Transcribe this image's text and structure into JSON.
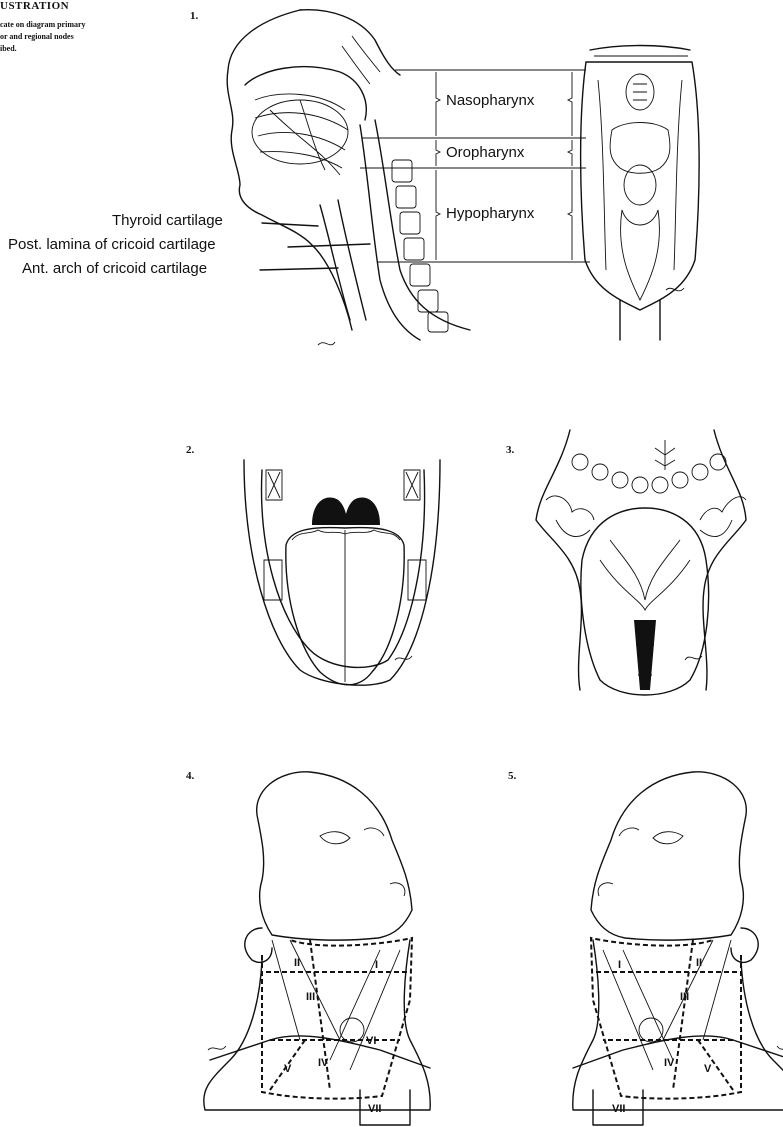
{
  "header": {
    "title": "USTRATION",
    "lines": [
      "cate on diagram primary",
      "or and regional nodes",
      "ibed."
    ]
  },
  "figure_numbers": [
    "1.",
    "2.",
    "3.",
    "4.",
    "5."
  ],
  "figure1": {
    "left_labels": [
      "Thyroid cartilage",
      "Post. lamina of cricoid cartilage",
      "Ant. arch of cricoid cartilage"
    ],
    "region_labels": [
      "Nasopharynx",
      "Oropharynx",
      "Hypopharynx"
    ]
  },
  "node_levels": {
    "figure4": [
      "I",
      "II",
      "III",
      "IV",
      "V",
      "VI",
      "VII"
    ],
    "figure5": [
      "I",
      "II",
      "III",
      "IV",
      "V",
      "VII"
    ]
  }
}
